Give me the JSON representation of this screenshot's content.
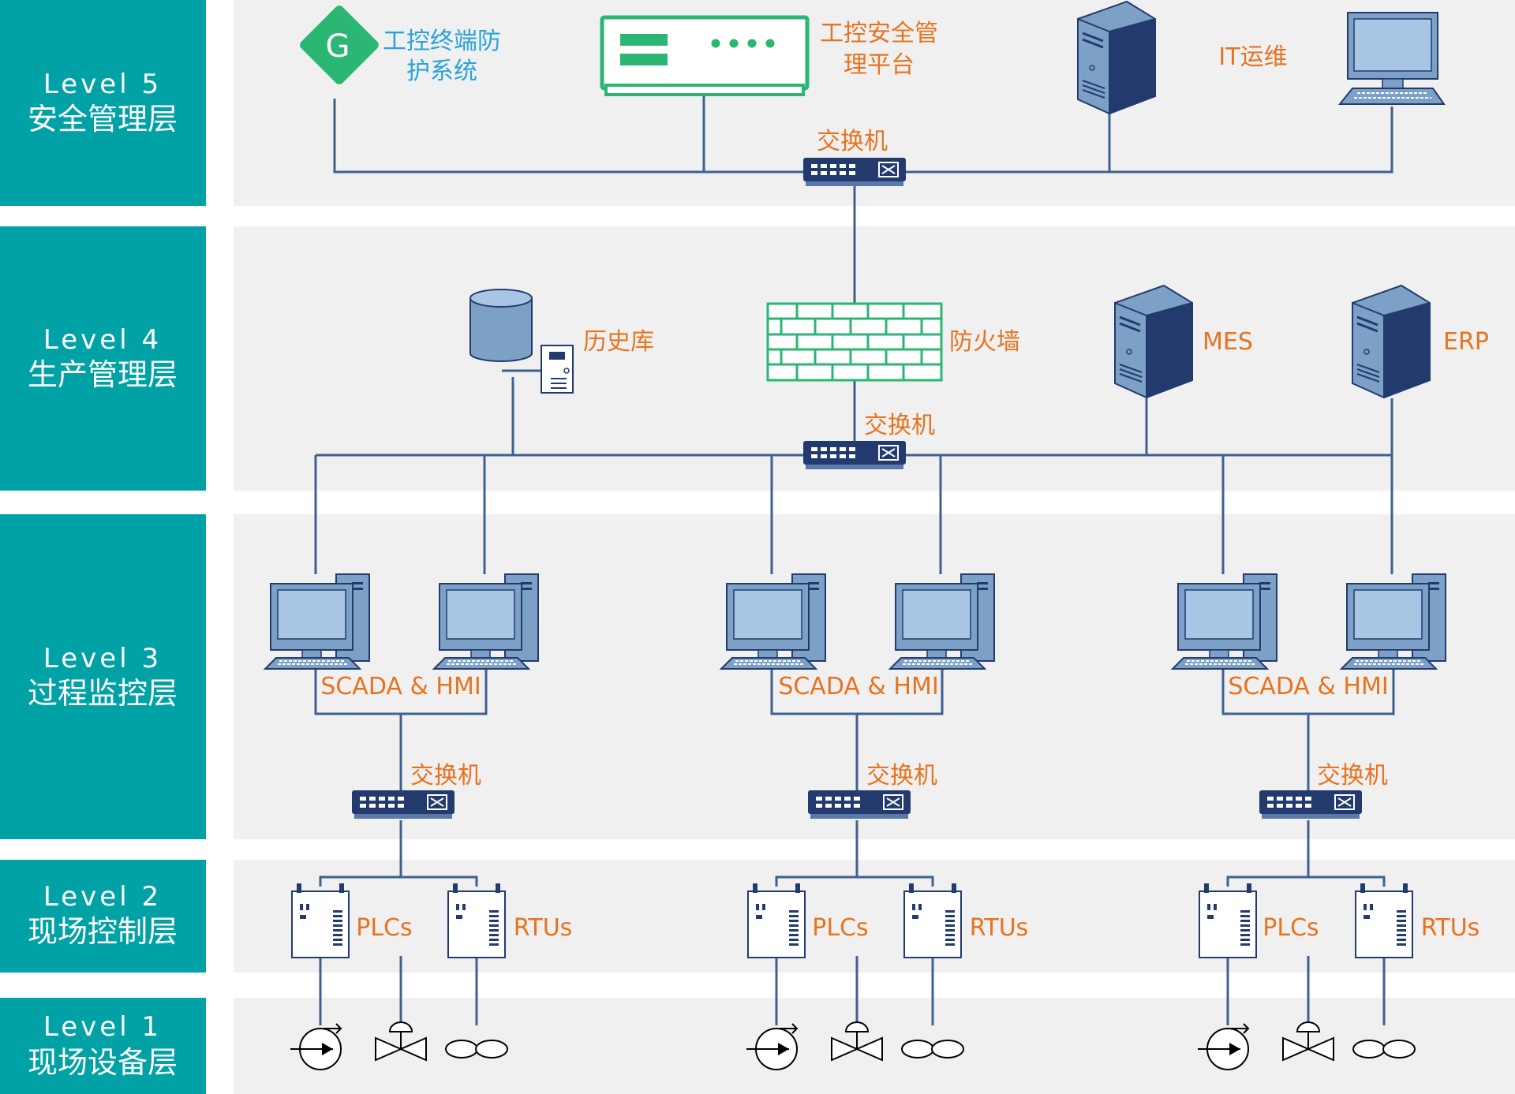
{
  "colors": {
    "layer_label_bg": "#00A2A5",
    "layer_band_bg": "#F0F0F0",
    "label_orange": "#E8731F",
    "label_blue": "#29A3DB",
    "wire": "#3E6190",
    "device_blue": "#7DA1C6",
    "device_navy": "#233A6E",
    "green": "#2BB673"
  },
  "layers": [
    {
      "level": "Level 5",
      "name": "安全管理层"
    },
    {
      "level": "Level 4",
      "name": "生产管理层"
    },
    {
      "level": "Level 3",
      "name": "过程监控层"
    },
    {
      "level": "Level 2",
      "name": "现场控制层"
    },
    {
      "level": "Level 1",
      "name": "现场设备层"
    }
  ],
  "level5": {
    "endpoint_protection": {
      "icon": "g-diamond-icon",
      "line1": "工控终端防",
      "line2": "护系统"
    },
    "security_platform": {
      "icon": "security-appliance-icon",
      "line1": "工控安全管",
      "line2": "理平台"
    },
    "it_ops": {
      "icon": "server-tower-icon",
      "label": "IT运维"
    },
    "workstation": {
      "icon": "monitor-keyboard-icon"
    },
    "switch": {
      "icon": "network-switch-icon",
      "label": "交换机"
    }
  },
  "level4": {
    "historian": {
      "icon": "database-icon",
      "label": "历史库"
    },
    "firewall": {
      "icon": "firewall-icon",
      "label": "防火墙"
    },
    "mes": {
      "icon": "server-tower-icon",
      "label": "MES"
    },
    "erp": {
      "icon": "server-tower-icon",
      "label": "ERP"
    },
    "switch": {
      "icon": "network-switch-icon",
      "label": "交换机"
    }
  },
  "cells": [
    {
      "scada": "SCADA & HMI",
      "switch": "交换机",
      "plc": "PLCs",
      "rtu": "RTUs"
    },
    {
      "scada": "SCADA & HMI",
      "switch": "交换机",
      "plc": "PLCs",
      "rtu": "RTUs"
    },
    {
      "scada": "SCADA & HMI",
      "switch": "交换机",
      "plc": "PLCs",
      "rtu": "RTUs"
    }
  ],
  "field_devices": [
    "pump-icon",
    "valve-icon",
    "flow-meter-icon"
  ]
}
